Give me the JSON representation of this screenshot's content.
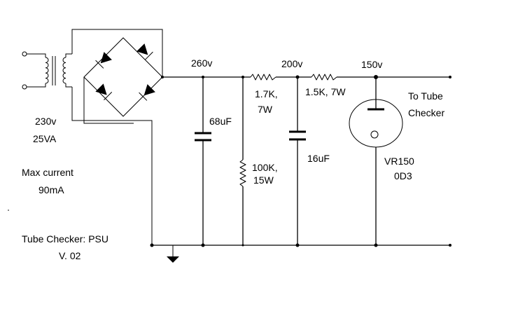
{
  "labels": {
    "transformer_voltage": "230v",
    "transformer_power": "25VA",
    "max_current_label": "Max current",
    "max_current_value": "90mA",
    "title_line1": "Tube Checker: PSU",
    "title_line2": "V. 02",
    "node_260": "260v",
    "node_200": "200v",
    "node_150": "150v",
    "cap1": "68uF",
    "r1_line1": "1.7K,",
    "r1_line2": "7W",
    "r2": "1.5K, 7W",
    "r_bleed_line1": "100K,",
    "r_bleed_line2": "15W",
    "cap2": "16uF",
    "tube_line1": "VR150",
    "tube_line2": "0D3",
    "out_line1": "To Tube",
    "out_line2": "Checker"
  }
}
